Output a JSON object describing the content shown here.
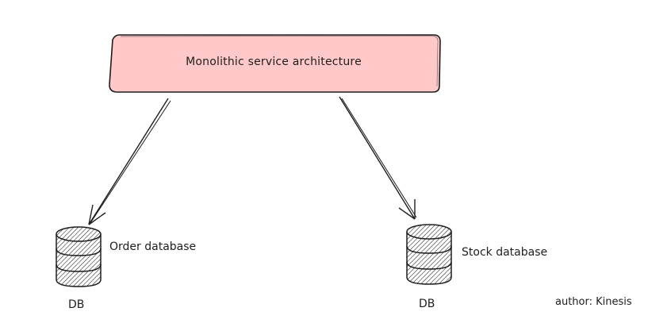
{
  "diagram": {
    "main_box": {
      "label": "Monolithic service architecture",
      "fill": "#ffc9c9",
      "stroke": "#1e1e1e"
    },
    "databases": [
      {
        "name_label": "Order database",
        "type_label": "DB",
        "icon": "database-icon"
      },
      {
        "name_label": "Stock database",
        "type_label": "DB",
        "icon": "database-icon"
      }
    ],
    "author_note": "author: Kinesis"
  }
}
